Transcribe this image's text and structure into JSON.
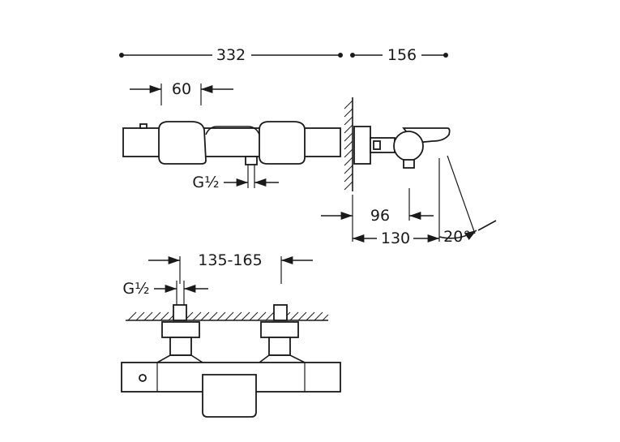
{
  "dimensions": {
    "overall_length": "332",
    "spout_projection": "156",
    "handle_width": "60",
    "inlet_thread_top": "G½",
    "spout_offset": "96",
    "depth": "130",
    "spout_angle": "20°",
    "inlet_centers": "135-165",
    "inlet_thread_bottom": "G½"
  },
  "colors": {
    "line": "#1a1a1a",
    "background": "#ffffff"
  }
}
